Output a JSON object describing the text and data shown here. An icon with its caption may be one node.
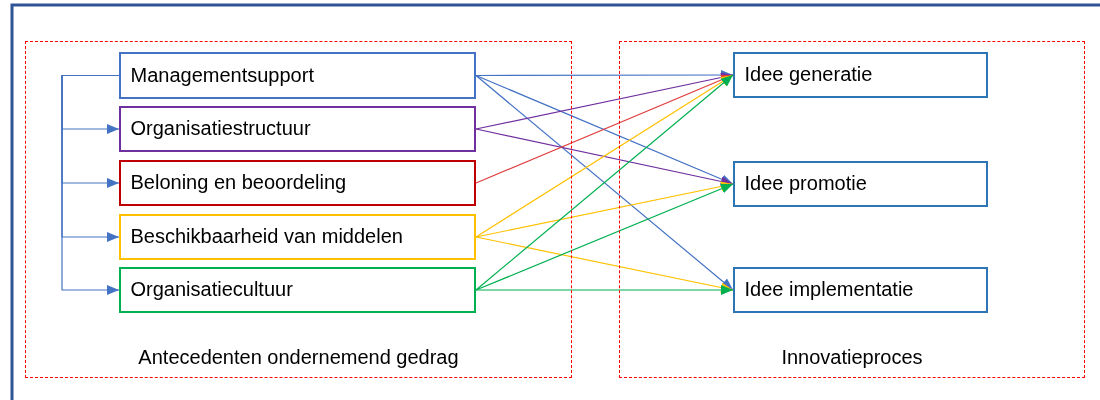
{
  "diagram": {
    "nodes": [
      {
        "text": [
          "Antecedenten ondernemend gedrag"
        ]
      },
      {
        "text": [
          "Managementsupport"
        ],
        "in": 0
      },
      {
        "text": [
          "Organisatiestructuur"
        ],
        "in": 0
      },
      {
        "text": [
          "Beloning en beoordeling"
        ],
        "in": 0
      },
      {
        "text": [
          "Beschikbaarheid van middelen"
        ],
        "in": 0
      },
      {
        "text": [
          "Organisatiecultuur"
        ],
        "in": 0
      },
      {
        "text": [
          "Innovatieproces"
        ]
      },
      {
        "text": [
          "Idee generatie"
        ],
        "in": 6
      },
      {
        "text": [
          "Idee promotie"
        ],
        "in": 6
      },
      {
        "text": [
          "Idee implementatie"
        ],
        "in": 6
      }
    ],
    "edges": [
      {
        "from": 1,
        "to": 2,
        "arrow": "to"
      },
      {
        "from": 1,
        "to": 3,
        "arrow": "to"
      },
      {
        "from": 1,
        "to": 4,
        "arrow": "to"
      },
      {
        "from": 1,
        "to": 5,
        "arrow": "to"
      },
      {
        "from": 1,
        "to": 7,
        "arrow": "to"
      },
      {
        "from": 1,
        "to": 8,
        "arrow": "to"
      },
      {
        "from": 1,
        "to": 9,
        "arrow": "to"
      },
      {
        "from": 2,
        "to": 7,
        "arrow": "to",
        "color": "#7030a0"
      },
      {
        "from": 2,
        "to": 8,
        "arrow": "to",
        "color": "#7030a0"
      },
      {
        "from": 3,
        "to": 7,
        "arrow": "to",
        "color": "#e03c3c"
      },
      {
        "from": 4,
        "to": 7,
        "arrow": "to",
        "color": "#ffc000"
      },
      {
        "from": 4,
        "to": 8,
        "arrow": "to",
        "color": "#ffc000"
      },
      {
        "from": 4,
        "to": 9,
        "arrow": "to",
        "color": "#ffc000"
      },
      {
        "from": 5,
        "to": 7,
        "arrow": "to",
        "color": "#00b050"
      },
      {
        "from": 5,
        "to": 8,
        "arrow": "to",
        "color": "#00b050"
      },
      {
        "from": 5,
        "to": 9,
        "arrow": "to",
        "color": "#00b050"
      }
    ]
  }
}
